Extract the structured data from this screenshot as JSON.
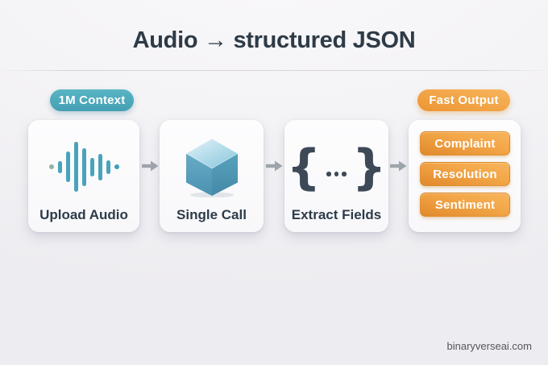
{
  "title": "Audio → structured JSON",
  "badges": {
    "context": {
      "label": "1M Context",
      "color": "#4BA7BA"
    },
    "output": {
      "label": "Fast Output",
      "color": "#F2A440"
    }
  },
  "cards": [
    {
      "label": "Upload Audio",
      "icon": "audio-waveform-icon"
    },
    {
      "label": "Single Call",
      "icon": "cube-icon"
    },
    {
      "label": "Extract Fields",
      "icon": "json-braces-icon"
    },
    {
      "icon": "output-chips",
      "outputs": [
        "Complaint",
        "Resolution",
        "Sentiment"
      ]
    }
  ],
  "footer": {
    "watermark": "binaryverseai.com"
  },
  "colors": {
    "teal_accent": "#4AA3BA",
    "orange_light": "#F8B55C",
    "orange_dark": "#E1892C",
    "title_text": "#2E3B47",
    "arrow_gray": "#9EA5AB",
    "background": "#F2F1F4"
  }
}
